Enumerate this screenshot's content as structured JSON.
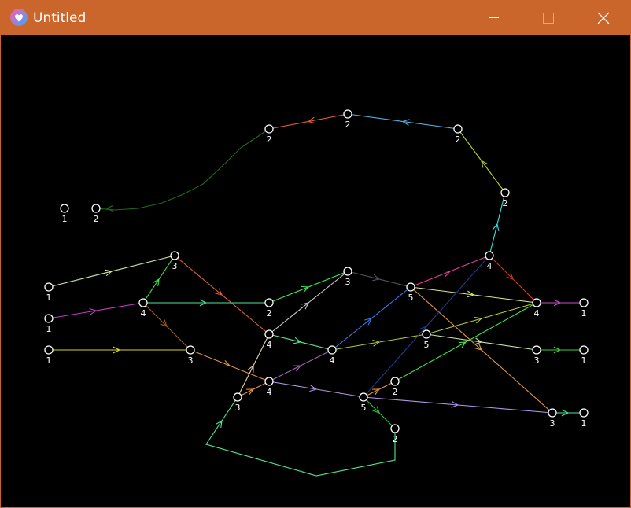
{
  "window": {
    "title": "Untitled",
    "titlebar_color": "#ca652b",
    "icon": "heart-app-icon",
    "controls": [
      "minimize-icon",
      "maximize-icon",
      "close-icon"
    ]
  },
  "graph": {
    "node_labels": [
      "2",
      "2",
      "2",
      "2",
      "1",
      "2",
      "3",
      "1",
      "4",
      "1",
      "1",
      "3",
      "3",
      "5",
      "4",
      "2",
      "4",
      "5",
      "4",
      "3",
      "4",
      "1",
      "3",
      "1",
      "2",
      "5",
      "4",
      "3",
      "1",
      "2"
    ],
    "edge_colors": {
      "olive_green": "#1f6b1f",
      "salmon": "#e0603e",
      "sky_blue": "#55b4e6",
      "yellow_green": "#b6d628",
      "aqua": "#30e6e6",
      "pale_green": "#c8e6a0",
      "magenta": "#c83cc8",
      "green": "#3ce650",
      "yellow": "#d6d628",
      "orange": "#e6963c",
      "lavender": "#b496e6",
      "mint": "#50e696",
      "blue": "#3c78e6",
      "pink": "#e63c9a",
      "khaki": "#b4c828",
      "light_yellow": "#e6e678"
    }
  }
}
